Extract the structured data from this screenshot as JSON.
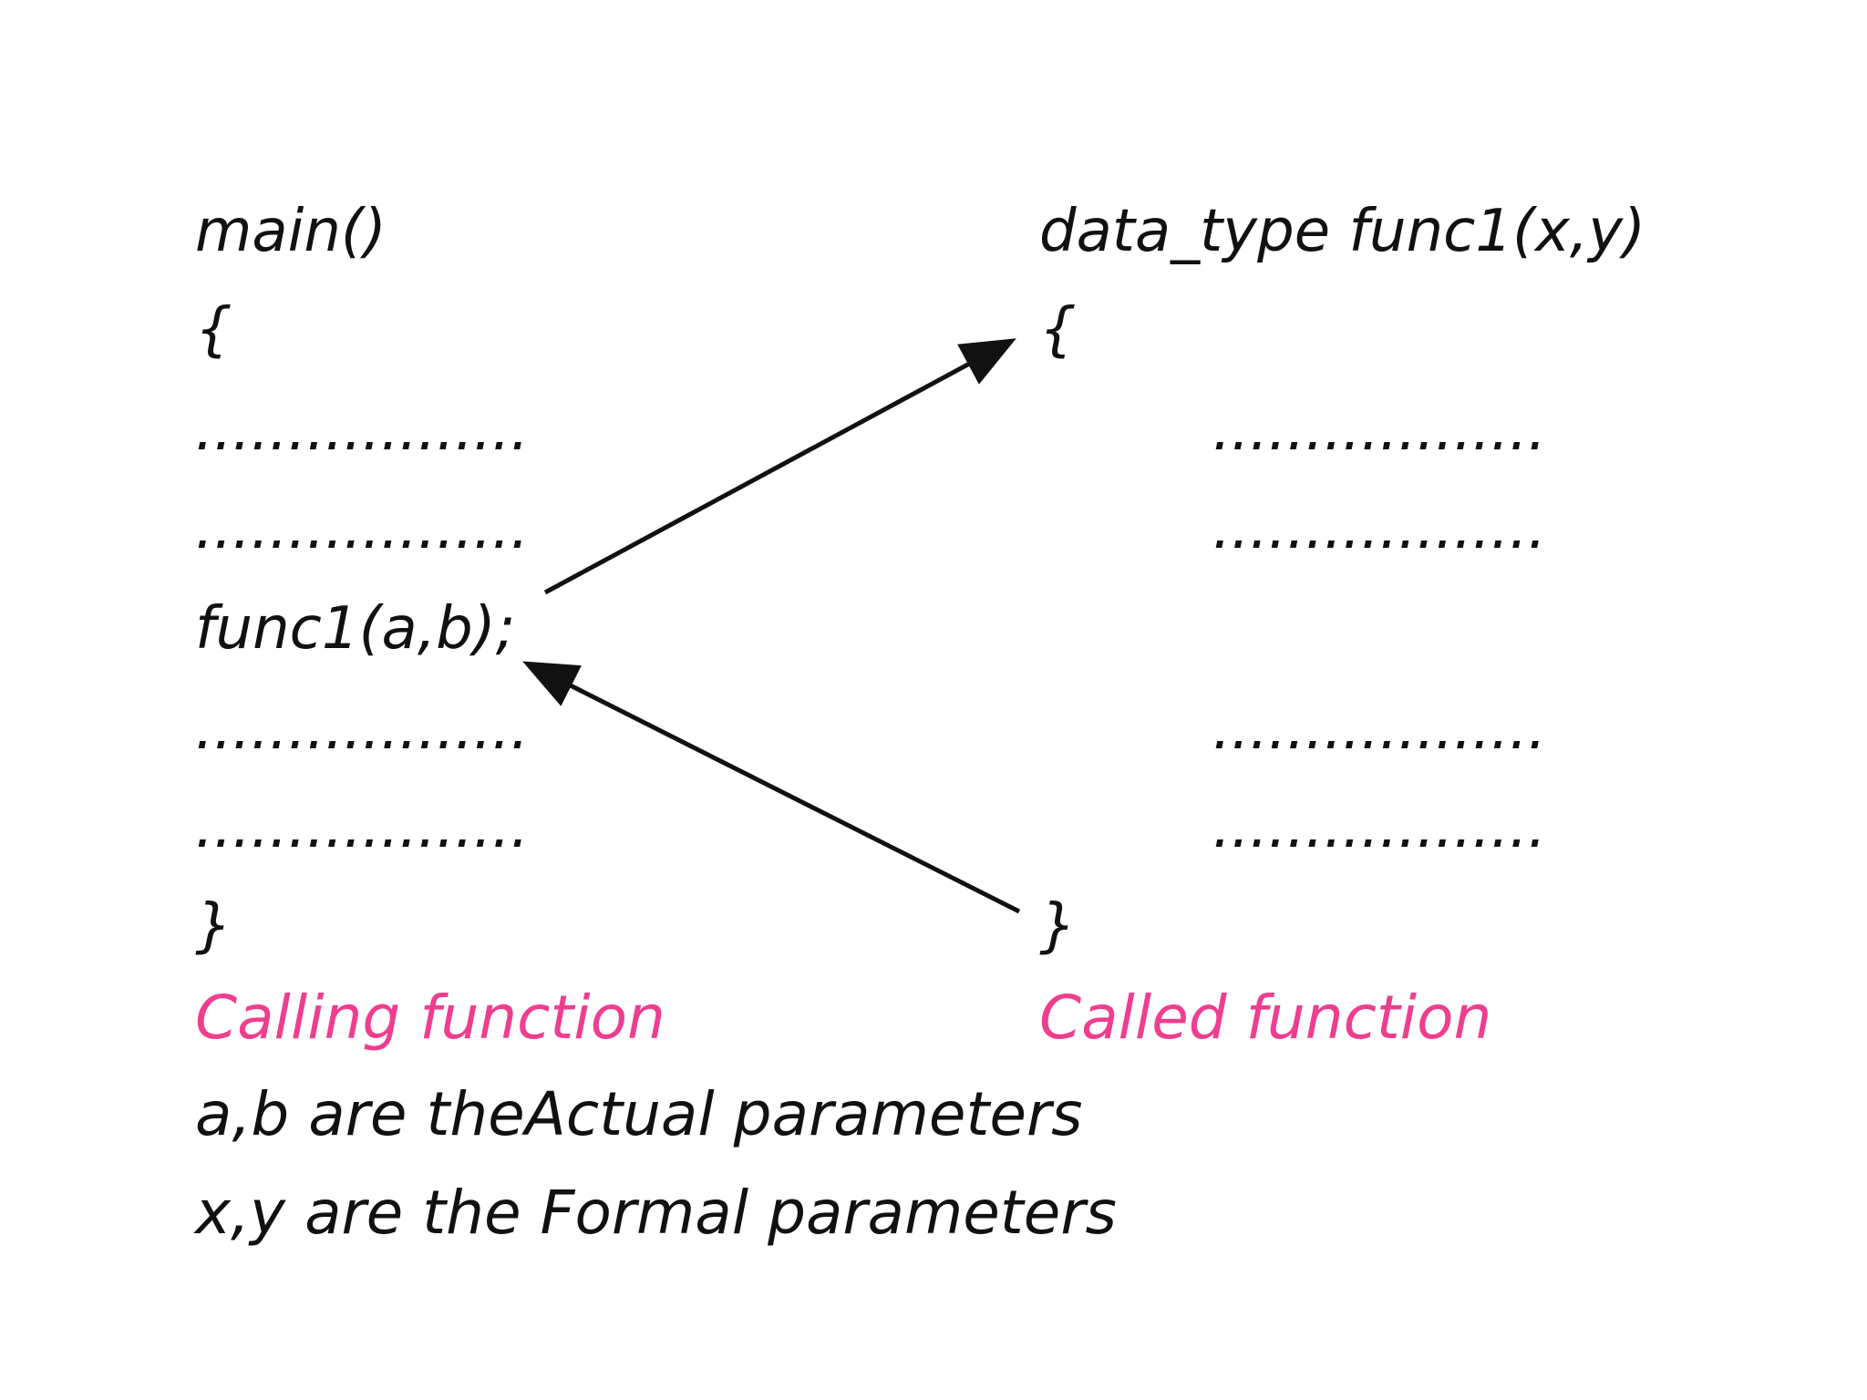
{
  "calling": {
    "header": "main()",
    "open_brace": "{",
    "dots_1": "..................",
    "dots_2": "..................",
    "call": "func1(a,b);",
    "dots_3": "..................",
    "dots_4": "..................",
    "close_brace": "}",
    "label": "Calling function"
  },
  "called": {
    "header": "data_type func1(x,y)",
    "open_brace": "{",
    "dots_1": "..................",
    "dots_2": "..................",
    "dots_3": "..................",
    "dots_4": "..................",
    "close_brace": "}",
    "label": "Called function"
  },
  "notes": {
    "actual": "a,b are theActual parameters",
    "formal": "x,y are the Formal parameters"
  },
  "colors": {
    "text": "#111111",
    "label": "#ee3e8f",
    "arrow": "#111111"
  }
}
